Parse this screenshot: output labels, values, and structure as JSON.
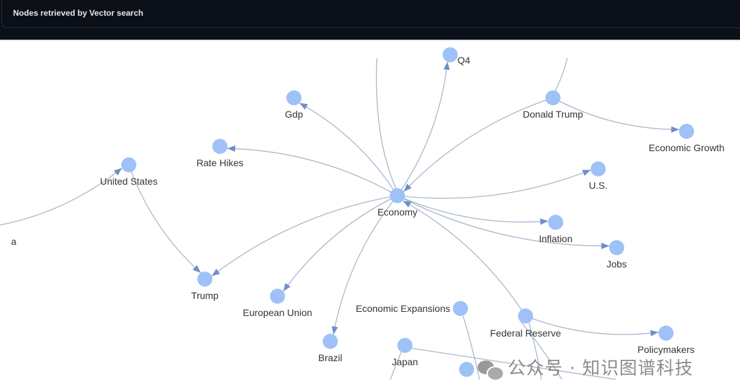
{
  "header": {
    "title": "Nodes retrieved by Vector search"
  },
  "graph": {
    "node_color": "#9ec2f7",
    "edge_color": "#a8b6cc",
    "arrow_color": "#6f8fc9",
    "nodes": [
      {
        "id": "economy",
        "label": "Economy"
      },
      {
        "id": "gdp",
        "label": "Gdp"
      },
      {
        "id": "ratehikes",
        "label": "Rate Hikes"
      },
      {
        "id": "unitedstates",
        "label": "United States"
      },
      {
        "id": "trump",
        "label": "Trump"
      },
      {
        "id": "eu",
        "label": "European Union"
      },
      {
        "id": "brazil",
        "label": "Brazil"
      },
      {
        "id": "japan",
        "label": "Japan"
      },
      {
        "id": "econexp",
        "label": "Economic Expansions"
      },
      {
        "id": "fed",
        "label": "Federal Reserve"
      },
      {
        "id": "policymakers",
        "label": "Policymakers"
      },
      {
        "id": "jobs",
        "label": "Jobs"
      },
      {
        "id": "inflation",
        "label": "Inflation"
      },
      {
        "id": "us",
        "label": "U.S."
      },
      {
        "id": "donaldtrump",
        "label": "Donald Trump"
      },
      {
        "id": "econgrowth",
        "label": "Economic Growth"
      },
      {
        "id": "q4",
        "label": "Q4"
      },
      {
        "id": "unlabeled",
        "label": ""
      },
      {
        "id": "leftcut",
        "label": "a"
      }
    ],
    "edges": [
      {
        "source": "economy",
        "target": "gdp"
      },
      {
        "source": "economy",
        "target": "ratehikes"
      },
      {
        "source": "economy",
        "target": "trump"
      },
      {
        "source": "economy",
        "target": "eu"
      },
      {
        "source": "economy",
        "target": "brazil"
      },
      {
        "source": "economy",
        "target": "us"
      },
      {
        "source": "economy",
        "target": "inflation"
      },
      {
        "source": "economy",
        "target": "jobs"
      },
      {
        "source": "economy",
        "target": "q4"
      },
      {
        "source": "donaldtrump",
        "target": "economy"
      },
      {
        "source": "fed",
        "target": "economy"
      },
      {
        "source": "donaldtrump",
        "target": "econgrowth"
      },
      {
        "source": "unitedstates",
        "target": "trump"
      },
      {
        "source": "leftcut",
        "target": "unitedstates"
      },
      {
        "source": "fed",
        "target": "policymakers"
      }
    ]
  },
  "watermark": "公众号 · 知识图谱科技"
}
